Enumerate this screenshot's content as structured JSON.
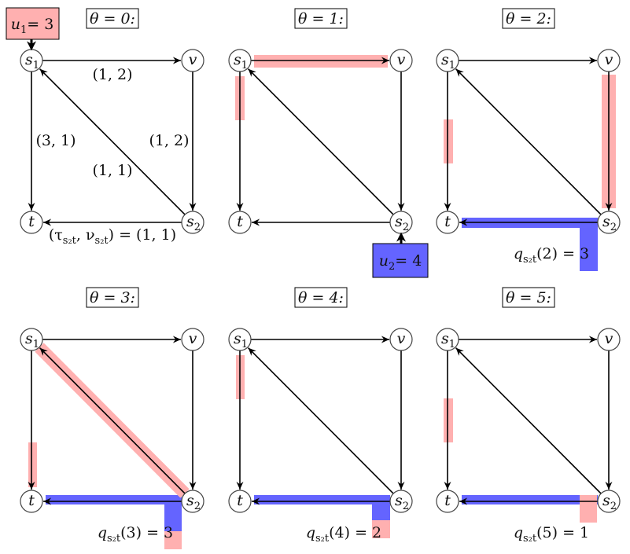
{
  "colors": {
    "inflow": "#ffb0b0",
    "queue": "#6464ff",
    "edge": "#000000",
    "node_stroke": "#444444"
  },
  "nodes": {
    "s1": {
      "main": "s",
      "sub": "1"
    },
    "v": {
      "main": "v",
      "sub": ""
    },
    "t": {
      "main": "t",
      "sub": ""
    },
    "s2": {
      "main": "s",
      "sub": "2"
    }
  },
  "edge_labels": {
    "s1_v": "(1, 2)",
    "s1_t": "(3, 1)",
    "v_s2": "(1, 2)",
    "s2_s1": "(1, 1)",
    "s2_t_prefix": "(τ",
    "s2_t_mid": ", ν",
    "s2_t_sub": "s₂t",
    "s2_t_suffix": ") = (1, 1)"
  },
  "inflows": {
    "u1": {
      "name": "u",
      "sub": "1",
      "value": "= 3"
    },
    "u2": {
      "name": "u",
      "sub": "2",
      "value": "= 4"
    }
  },
  "panels": [
    {
      "theta": "θ = 0:",
      "queue_label": null
    },
    {
      "theta": "θ = 1:",
      "queue_label": null
    },
    {
      "theta": "θ = 2:",
      "queue_label": {
        "name": "q",
        "sub": "s₂t",
        "arg": "(2) = 3"
      },
      "queue_value": 3
    },
    {
      "theta": "θ = 3:",
      "queue_label": {
        "name": "q",
        "sub": "s₂t",
        "arg": "(3) = 3"
      },
      "queue_value": 3
    },
    {
      "theta": "θ = 4:",
      "queue_label": {
        "name": "q",
        "sub": "s₂t",
        "arg": "(4) = 2"
      },
      "queue_value": 2
    },
    {
      "theta": "θ = 5:",
      "queue_label": {
        "name": "q",
        "sub": "s₂t",
        "arg": "(5) = 1"
      },
      "queue_value": 1
    }
  ]
}
